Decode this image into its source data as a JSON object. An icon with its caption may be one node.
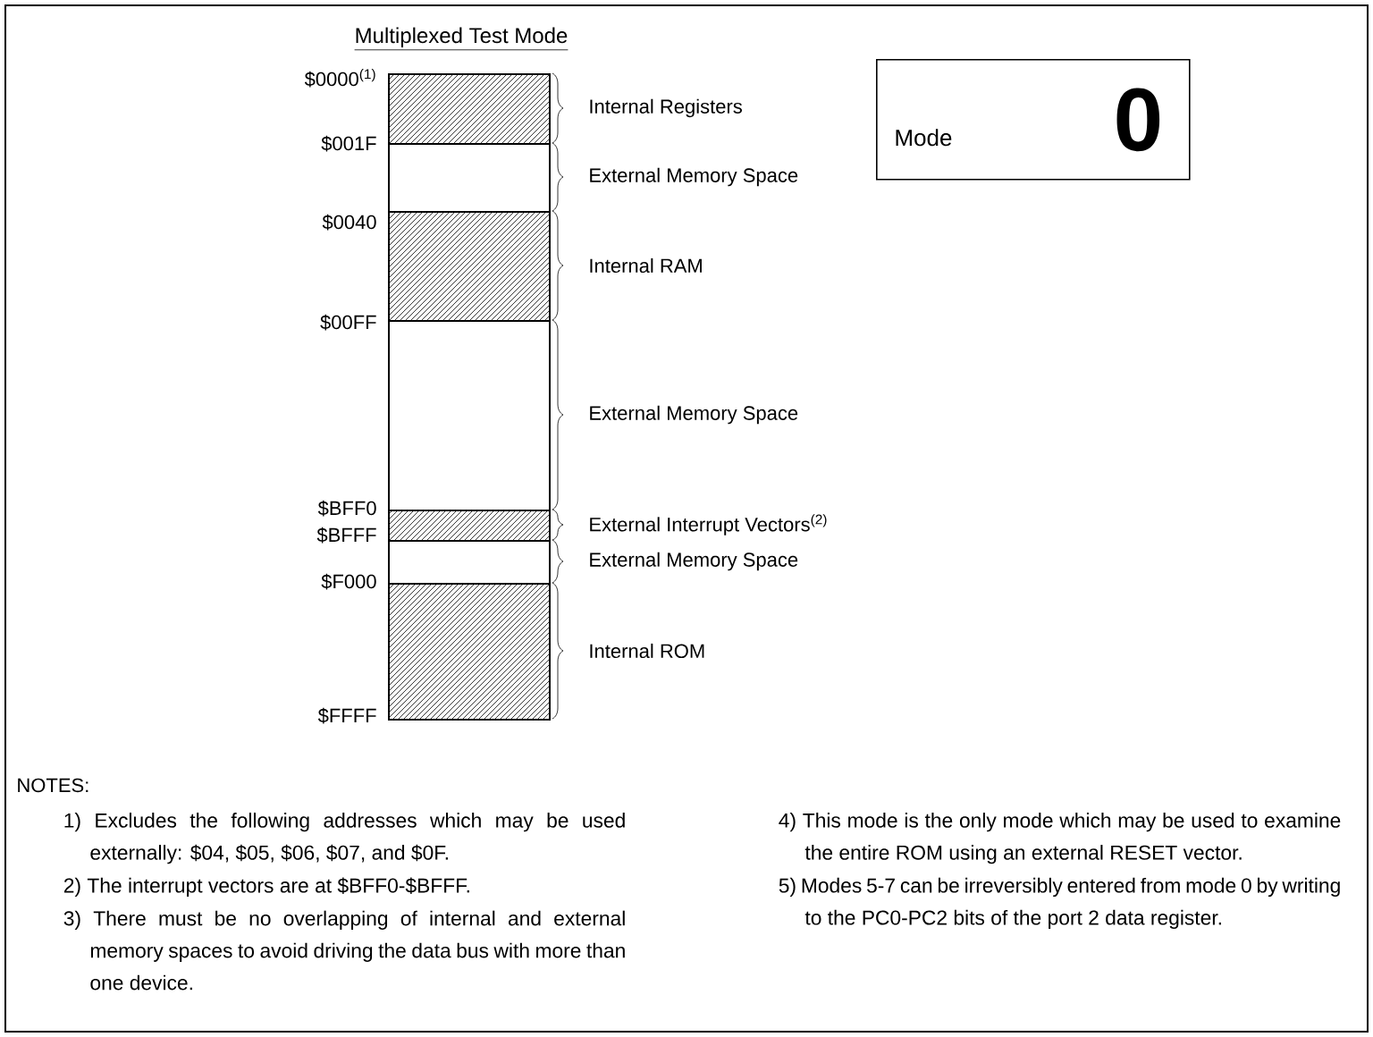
{
  "diagram": {
    "title": "Multiplexed Test Mode",
    "nodes": [
      {
        "text": [],
        "shape": "box",
        "beside": [
          "Internal Registers"
        ]
      },
      {
        "text": [],
        "shape": "box",
        "beside": [
          "External Memory Space"
        ]
      },
      {
        "text": [],
        "shape": "box",
        "beside": [
          "Internal RAM"
        ]
      },
      {
        "text": [],
        "shape": "box",
        "beside": [
          "External Memory Space"
        ]
      },
      {
        "text": [],
        "shape": "box",
        "beside": [
          "External Interrupt Vectors$^{(2)}$"
        ]
      },
      {
        "text": [],
        "shape": "box",
        "beside": [
          "External Memory Space"
        ]
      },
      {
        "text": [],
        "shape": "box",
        "beside": [
          "Internal ROM"
        ]
      },
      {
        "text": [
          "Mode",
          "0"
        ]
      }
    ],
    "edges": [],
    "labels": [
      "$0000$^{(1)}$",
      "$001F",
      "$0040",
      "$00FF",
      "$BFF0",
      "$BFFF",
      "$F000",
      "$FFFF",
      "NOTES:",
      "1) Excludes the following addresses which may be used externally: $04, $05, $06, $07, and $0F.",
      "2) The interrupt vectors are at $BFF0-$BFFF.",
      "3) There must be no overlapping of internal and external memory spaces to avoid driving the data bus with more than one device.",
      "4) This mode is the only mode which may be used to examine the entire ROM using an external RESET vector.",
      "5) Modes 5-7 can be irreversibly entered from mode 0 by writing to the PC0-PC2 bits of the port 2 data register."
    ]
  }
}
